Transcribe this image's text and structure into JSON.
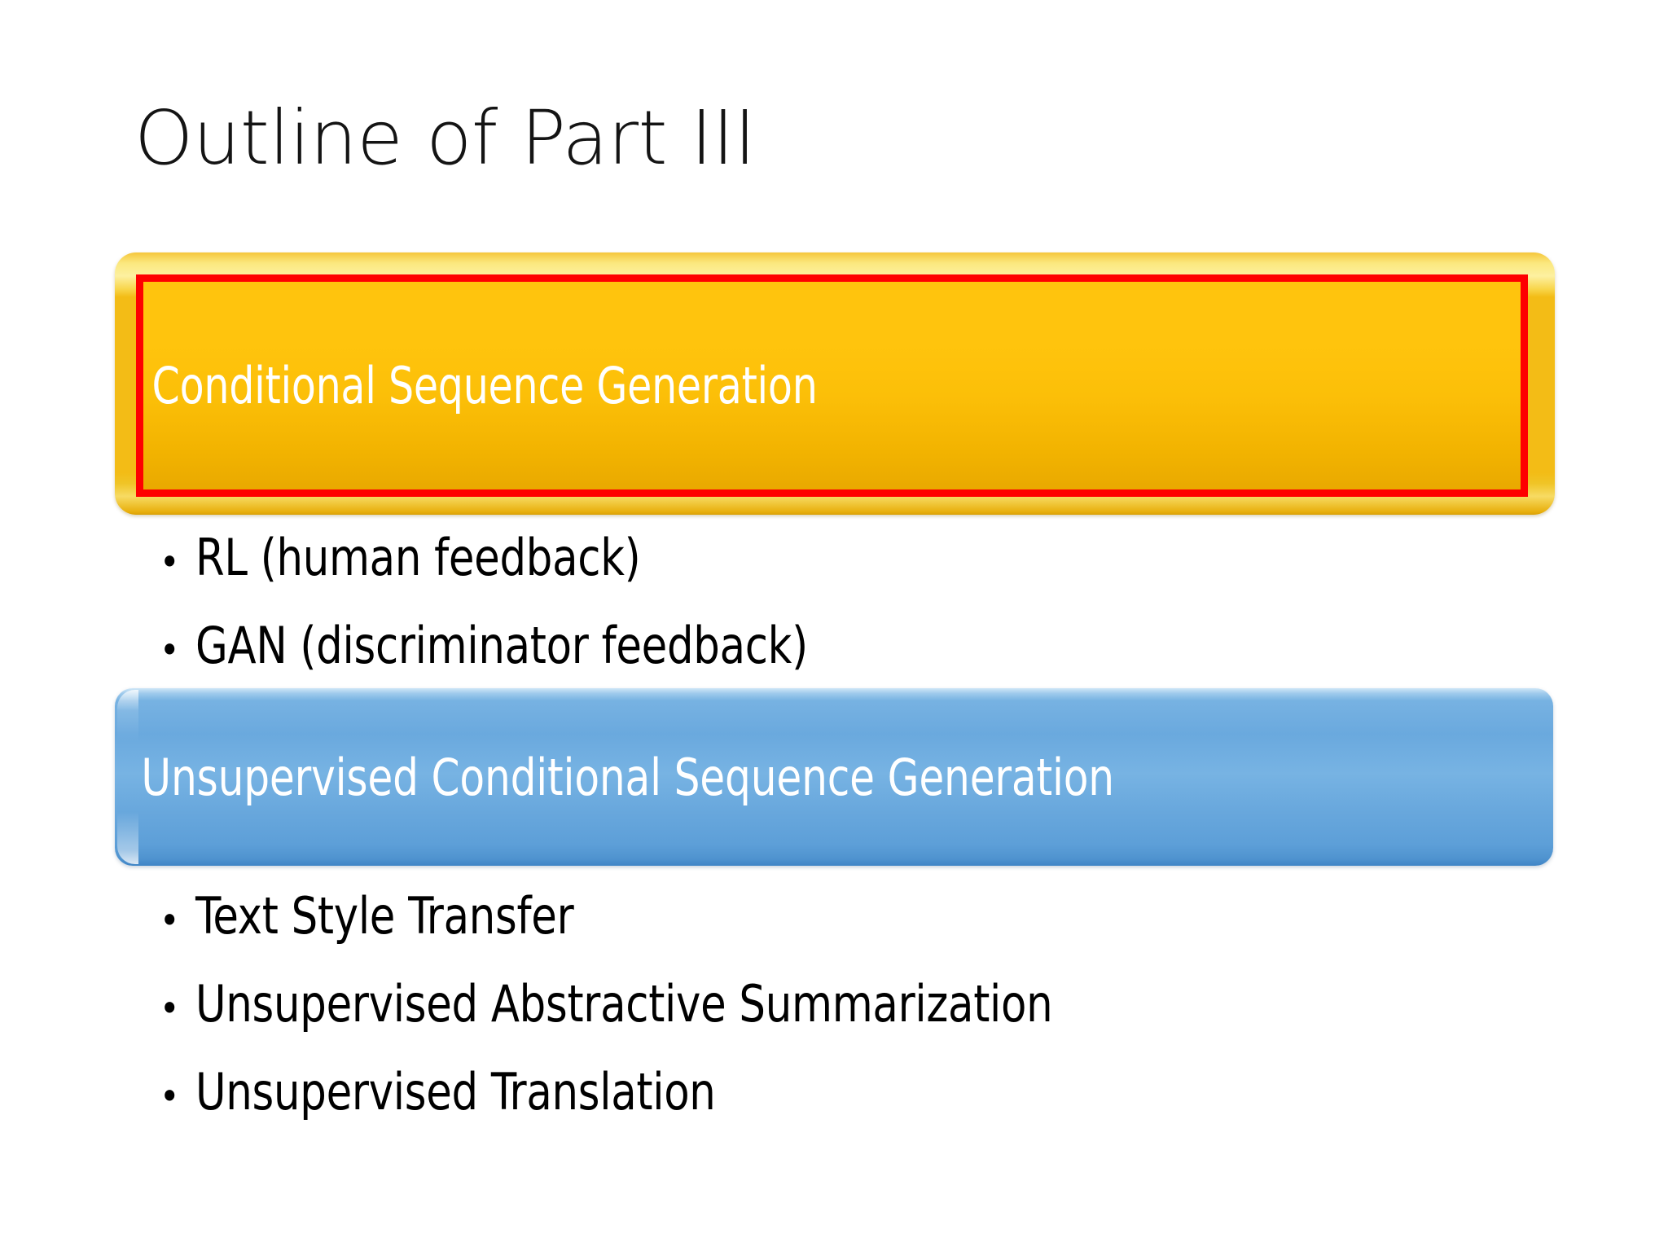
{
  "slide": {
    "title": "Outline of Part III",
    "sections": [
      {
        "banner": {
          "label": "Conditional Sequence Generation",
          "fill_color": "#FFC40D",
          "bevel_color": "#FDF0A0",
          "highlight_border_color": "#FE0000",
          "highlighted": true
        },
        "bullets": [
          "RL (human feedback)",
          "GAN (discriminator feedback)"
        ]
      },
      {
        "banner": {
          "label": "Unsupervised Conditional Sequence Generation",
          "fill_color": "#6AA9DE",
          "bevel_color": "#CFE6F7",
          "highlight_border_color": "",
          "highlighted": false
        },
        "bullets": [
          "Text Style Transfer",
          "Unsupervised Abstractive Summarization",
          "Unsupervised Translation"
        ]
      }
    ],
    "bullet_glyph": "•",
    "background_color": "#FFFFFF",
    "title_color": "#141414"
  }
}
